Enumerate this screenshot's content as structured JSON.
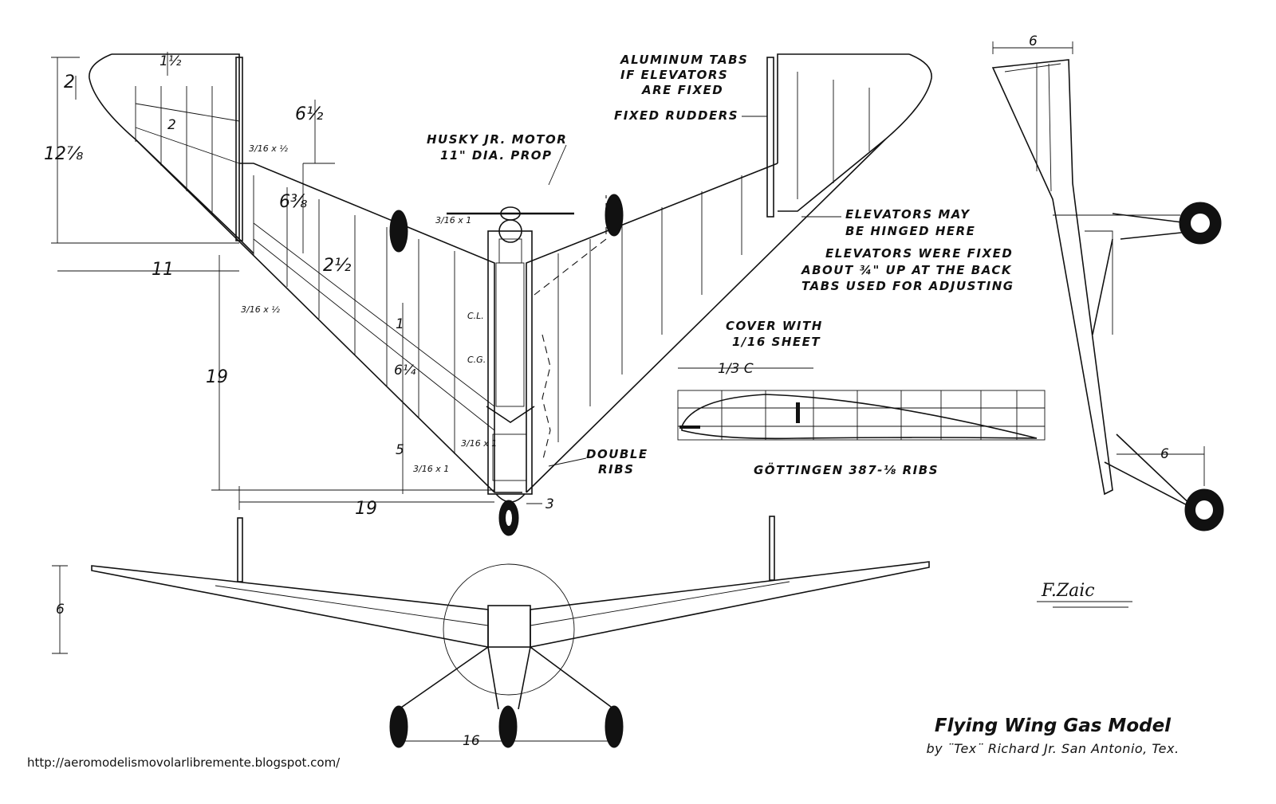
{
  "title": "Flying Wing Gas Model",
  "byline": "by ¨Tex¨ Richard Jr. San Antonio, Tex.",
  "source_url": "http://aeromodelismovolarlibremente.blogspot.com/",
  "signature": "F.Zaic",
  "labels": {
    "aluminum_tabs_1": "ALUMINUM TABS",
    "aluminum_tabs_2": "IF ELEVATORS",
    "aluminum_tabs_3": "ARE FIXED",
    "fixed_rudders": "FIXED RUDDERS",
    "motor_1": "HUSKY JR. MOTOR",
    "motor_2": "11\" DIA. PROP",
    "elev_hinged_1": "ELEVATORS MAY",
    "elev_hinged_2": "BE HINGED HERE",
    "elev_fixed_1": "ELEVATORS WERE FIXED",
    "elev_fixed_2": "ABOUT ¾\" UP AT THE BACK",
    "elev_fixed_3": "TABS USED FOR ADJUSTING",
    "cover_1": "COVER WITH",
    "cover_2": "1/16 SHEET",
    "double_ribs_1": "DOUBLE",
    "double_ribs_2": "RIBS",
    "airfoil": "GÖTTINGEN 387-⅛ RIBS",
    "cl": "C.L.",
    "cg": "C.G."
  },
  "dimensions": {
    "tip_1_half": "1½",
    "tip_2": "2",
    "span_12_7_8": "12⅞",
    "inner_2": "2",
    "rib_3_16x1_2_a": "3/16 x ½",
    "d_6_1_2": "6½",
    "d_6_3_8": "6⅜",
    "d_2_1_2": "2½",
    "d_11": "11",
    "rib_3_16x1_2_b": "3/16 x ½",
    "d_19_vert": "19",
    "d_1": "1",
    "d_6_1_4": "6¼",
    "d_5": "5",
    "spar_3_16x1": "3/16 x 1",
    "spar_3_16x1_b": "3/16 x 1",
    "spar_3_16x1_c": "3/16 x 1",
    "d_19_horiz": "19",
    "d_3": "3",
    "side_6_top": "6",
    "side_6_low": "6",
    "front_6": "6",
    "front_16": "16",
    "chord_1_3c": "1/3 C"
  }
}
